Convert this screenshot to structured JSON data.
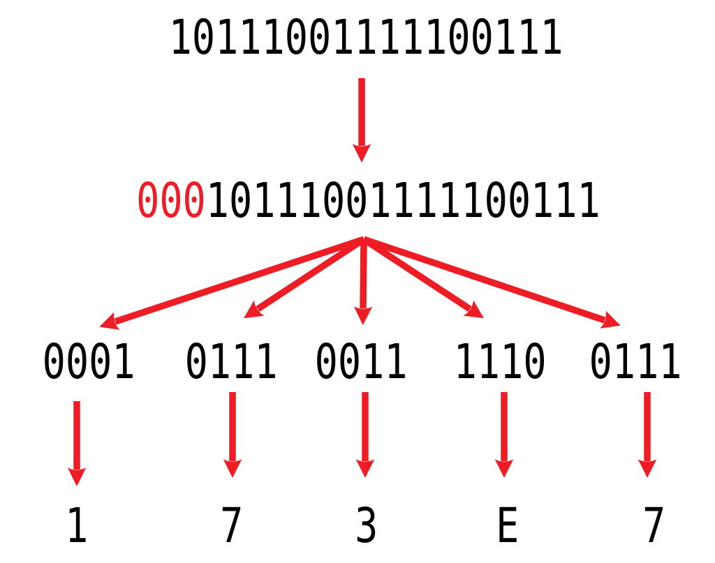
{
  "diagram": {
    "description_binary_to_hex": true,
    "source_binary": "10111001111100111",
    "padded_binary": {
      "pad_prefix": "000",
      "original_bits": "10111001111100111"
    },
    "nibble_groups": [
      "0001",
      "0111",
      "0011",
      "1110",
      "0111"
    ],
    "hex_digits": [
      "1",
      "7",
      "3",
      "E",
      "7"
    ],
    "colors": {
      "highlight_red": "#ee1c25",
      "text_black": "#000000",
      "background": "#ffffff"
    }
  }
}
